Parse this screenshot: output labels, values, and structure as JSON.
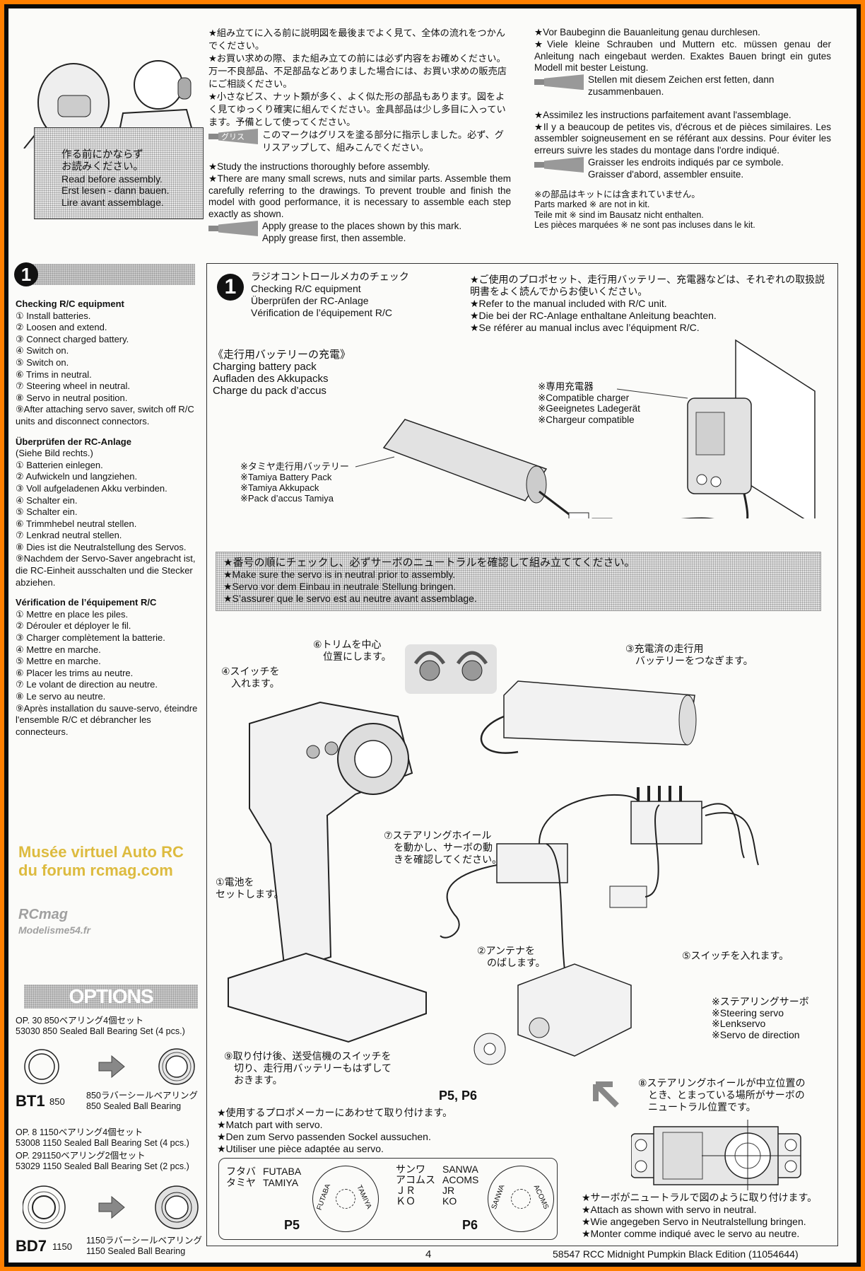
{
  "intro_card": {
    "jp": [
      "作る前にかならず",
      "お読みください。"
    ],
    "en": "Read before assembly.",
    "de": "Erst lesen - dann bauen.",
    "fr": "Lire avant assemblage."
  },
  "intro_jp": [
    "★組み立てに入る前に説明図を最後までよく見て、全体の流れをつかんでください。",
    "★お買い求めの際、また組み立ての前には必ず内容をお確めください。万一不良部品、不足部品などありました場合には、お買い求めの販売店にご相談ください。",
    "★小さなビス、ナット類が多く、よく似た形の部品もあります。図をよく見てゆっくり確実に組んでください。金具部品は少し多目に入っています。予備として使ってください。"
  ],
  "grease_jp": {
    "tube_label": "グリス",
    "text": "このマークはグリスを塗る部分に指示しました。必ず、グリスアップして、組みこんでください。"
  },
  "intro_en": [
    "★Study the instructions thoroughly before assembly.",
    "★There are many small screws, nuts and similar parts. Assemble them carefully referring to the drawings. To prevent trouble and finish the model with good performance, it is necessary to assemble each step exactly as shown."
  ],
  "grease_en": [
    "Apply grease to the places shown by this mark.",
    "Apply grease first, then assemble."
  ],
  "intro_de": [
    "★Vor Baubeginn die Bauanleitung genau durchlesen.",
    "★Viele kleine Schrauben und Muttern etc. müssen genau der Anleitung nach eingebaut werden. Exaktes Bauen bringt ein gutes Modell mit bester Leistung."
  ],
  "grease_de": "Stellen mit diesem Zeichen erst fetten, dann zusammenbauen.",
  "intro_fr": [
    "★Assimilez les instructions parfaitement avant  l'assemblage.",
    "★Il y a beaucoup de petites vis, d'écrous et de pièces similaires. Les assembler soigneusement en se référant aux dessins. Pour éviter les erreurs suivre les stades du montage dans l'ordre indiqué."
  ],
  "grease_fr": [
    "Graisser les endroits indiqués par ce symbole.",
    "Graisser d'abord, assembler ensuite."
  ],
  "not_in_kit": [
    "※の部品はキットには含まれていません。",
    "Parts marked ※ are not in kit.",
    "Teile mit ※ sind im Bausatz nicht enthalten.",
    "Les pièces marquées ※ ne sont pas incluses dans le kit."
  ],
  "sidebar": {
    "step_number": "1",
    "sections": [
      {
        "title": "Checking R/C equipment",
        "sub": "",
        "items": [
          "① Install batteries.",
          "② Loosen and extend.",
          "③ Connect charged battery.",
          "④ Switch on.",
          "⑤ Switch on.",
          "⑥ Trims in neutral.",
          "⑦ Steering wheel in neutral.",
          "⑧ Servo in neutral position.",
          "⑨After attaching servo saver, switch off R/C units and disconnect connectors."
        ]
      },
      {
        "title": "Überprüfen der RC-Anlage",
        "sub": "(Siehe Bild rechts.)",
        "items": [
          "① Batterien einlegen.",
          "② Aufwickeln und langziehen.",
          "③ Voll aufgeladenen Akku verbinden.",
          "④ Schalter ein.",
          "⑤ Schalter ein.",
          "⑥ Trimmhebel neutral stellen.",
          "⑦ Lenkrad neutral stellen.",
          "⑧ Dies ist die Neutralstellung des Servos.",
          "⑨Nachdem der Servo-Saver angebracht ist, die RC-Einheit ausschalten und die Stecker abziehen."
        ]
      },
      {
        "title": "Vérification de l’équipement R/C",
        "sub": "",
        "items": [
          "① Mettre en place les piles.",
          "② Dérouler et déployer le fil.",
          "③ Charger complètement la batterie.",
          "④ Mettre en marche.",
          "⑤ Mettre en marche.",
          "⑥ Placer les trims au neutre.",
          "⑦ Le volant de direction au neutre.",
          "⑧ Le servo au neutre.",
          "⑨Après installation du sauve-servo, éteindre l'ensemble R/C et débrancher les connecteurs."
        ]
      }
    ]
  },
  "options": {
    "title": "OPTIONS",
    "set1": [
      "OP. 30 850ベアリング4個セット",
      "53030 850 Sealed Ball Bearing Set (4 pcs.)"
    ],
    "part1": {
      "code": "BT1",
      "size": "850",
      "result": [
        "850ラバーシールベアリング",
        "850 Sealed Ball Bearing"
      ]
    },
    "set2": [
      "OP. 8 1150ベアリング4個セット",
      "53008 1150 Sealed Ball Bearing Set (4 pcs.)",
      "OP. 291150ベアリング2個セット",
      "53029 1150 Sealed Ball Bearing Set (2 pcs.)"
    ],
    "part2": {
      "code": "BD7",
      "size": "1150",
      "result": [
        "1150ラバーシールベアリング",
        "1150 Sealed Ball Bearing"
      ]
    }
  },
  "step": {
    "number": "1",
    "title_jp": "ラジオコントロールメカのチェック",
    "title_en": "Checking R/C equipment",
    "title_de": "Überprüfen der RC-Anlage",
    "title_fr": "Vérification de l’équipement R/C",
    "manual_note": [
      "★ご使用のプロポセット、走行用バッテリー、充電器などは、それぞれの取扱説明書をよく読んでからお使いください。",
      "★Refer to the manual included with R/C unit.",
      "★Die bei der RC-Anlage enthaltane Anleitung beachten.",
      "★Se référer au manual inclus avec l’équipment R/C."
    ],
    "charging": [
      "《走行用バッテリーの充電》",
      "Charging battery pack",
      "Aufladen des Akkupacks",
      "Charge du pack d’accus"
    ],
    "charger_label": [
      "※専用充電器",
      "※Compatible charger",
      "※Geeignetes Ladegerät",
      "※Chargeur compatible"
    ],
    "battery_label": [
      "※タミヤ走行用バッテリー",
      "※Tamiya Battery Pack",
      "※Tamiya Akkupack",
      "※Pack d’accus Tamiya"
    ],
    "neutral_notice": [
      "★番号の順にチェックし、必ずサーボのニュートラルを確認して組み立ててください。",
      "★Make sure the servo is in neutral prior to assembly.",
      "★Servo vor dem Einbau in neutrale Stellung bringen.",
      "★S’assurer que le servo est au neutre avant assemblage."
    ],
    "callouts": {
      "c1": [
        "①電池を",
        "セットします。"
      ],
      "c2": [
        "②アンテナを",
        "のばします。"
      ],
      "c3": [
        "③充電済の走行用",
        "バッテリーをつなぎます。"
      ],
      "c4": [
        "④スイッチを",
        "入れます。"
      ],
      "c5": "⑤スイッチを入れます。",
      "c6": [
        "⑥トリムを中心",
        "位置にします。"
      ],
      "c7": [
        "⑦ステアリングホイール",
        "を動かし、サーボの動",
        "きを確認してください。"
      ],
      "c8": [
        "⑧ステアリングホイールが中立位置の",
        "とき、とまっている場所がサーボの",
        "ニュートラル位置です。"
      ],
      "c9": [
        "⑨取り付け後、送受信機のスイッチを",
        "切り、走行用バッテリーもはずして",
        "おきます。"
      ]
    },
    "servo_label": [
      "※ステアリングサーボ",
      "※Steering servo",
      "※Lenkservo",
      "※Servo de direction"
    ],
    "horn_label": "P5, P6",
    "match_note": [
      "★使用するプロポメーカーにあわせて取り付けます。",
      "★Match part with servo.",
      "★Den zum Servo passenden Sockel aussuchen.",
      "★Utiliser une pièce adaptée au servo."
    ],
    "horn_table": {
      "left_jp": [
        "フタバ",
        "タミヤ"
      ],
      "left_en": [
        "FUTABA",
        "TAMIYA"
      ],
      "p5": "P5",
      "p5_ring": [
        "FUTABA",
        "TAMIYA"
      ],
      "right_jp": [
        "サンワ",
        "アコムス",
        "ＪＲ",
        "ＫＯ"
      ],
      "right_en": [
        "SANWA",
        "ACOMS",
        "JR",
        "KO"
      ],
      "p6": "P6",
      "p6_ring": [
        "SANWA",
        "ACOMS"
      ]
    },
    "attach_note": [
      "★サーボがニュートラルで図のように取り付けます。",
      "★Attach as shown with servo in neutral.",
      "★Wie angegeben Servo in Neutralstellung bringen.",
      "★Monter comme indiqué avec le servo au neutre."
    ]
  },
  "footer": {
    "page": "4",
    "product": "58547  RCC Midnight Pumpkin Black Edition (11054644)"
  },
  "watermark": {
    "text": "Musée virtuel Auto RC du forum rcmag.com",
    "logo": [
      "RCmag",
      "Modelisme54.fr"
    ]
  }
}
